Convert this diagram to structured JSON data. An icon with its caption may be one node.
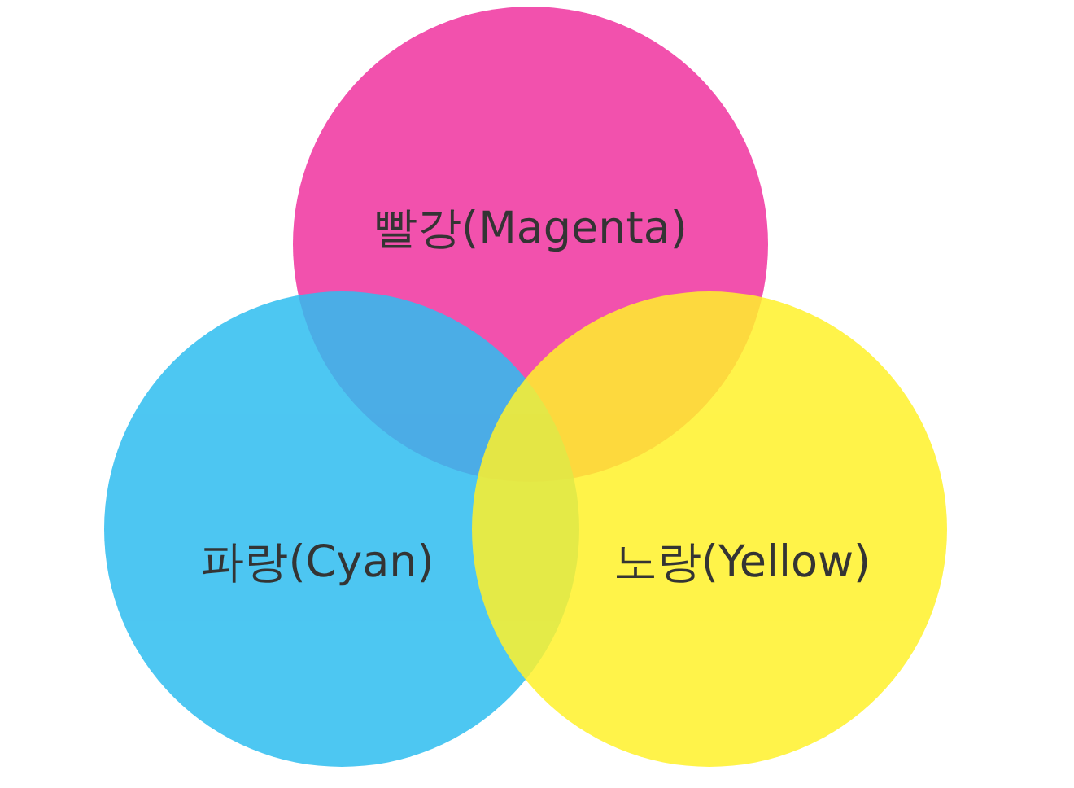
{
  "diagram": {
    "nodes": [
      {
        "text": [
          "빨강(Magenta)"
        ]
      },
      {
        "text": [
          "파랑(Cyan)"
        ]
      },
      {
        "text": [
          "노랑(Yellow)"
        ]
      }
    ]
  }
}
